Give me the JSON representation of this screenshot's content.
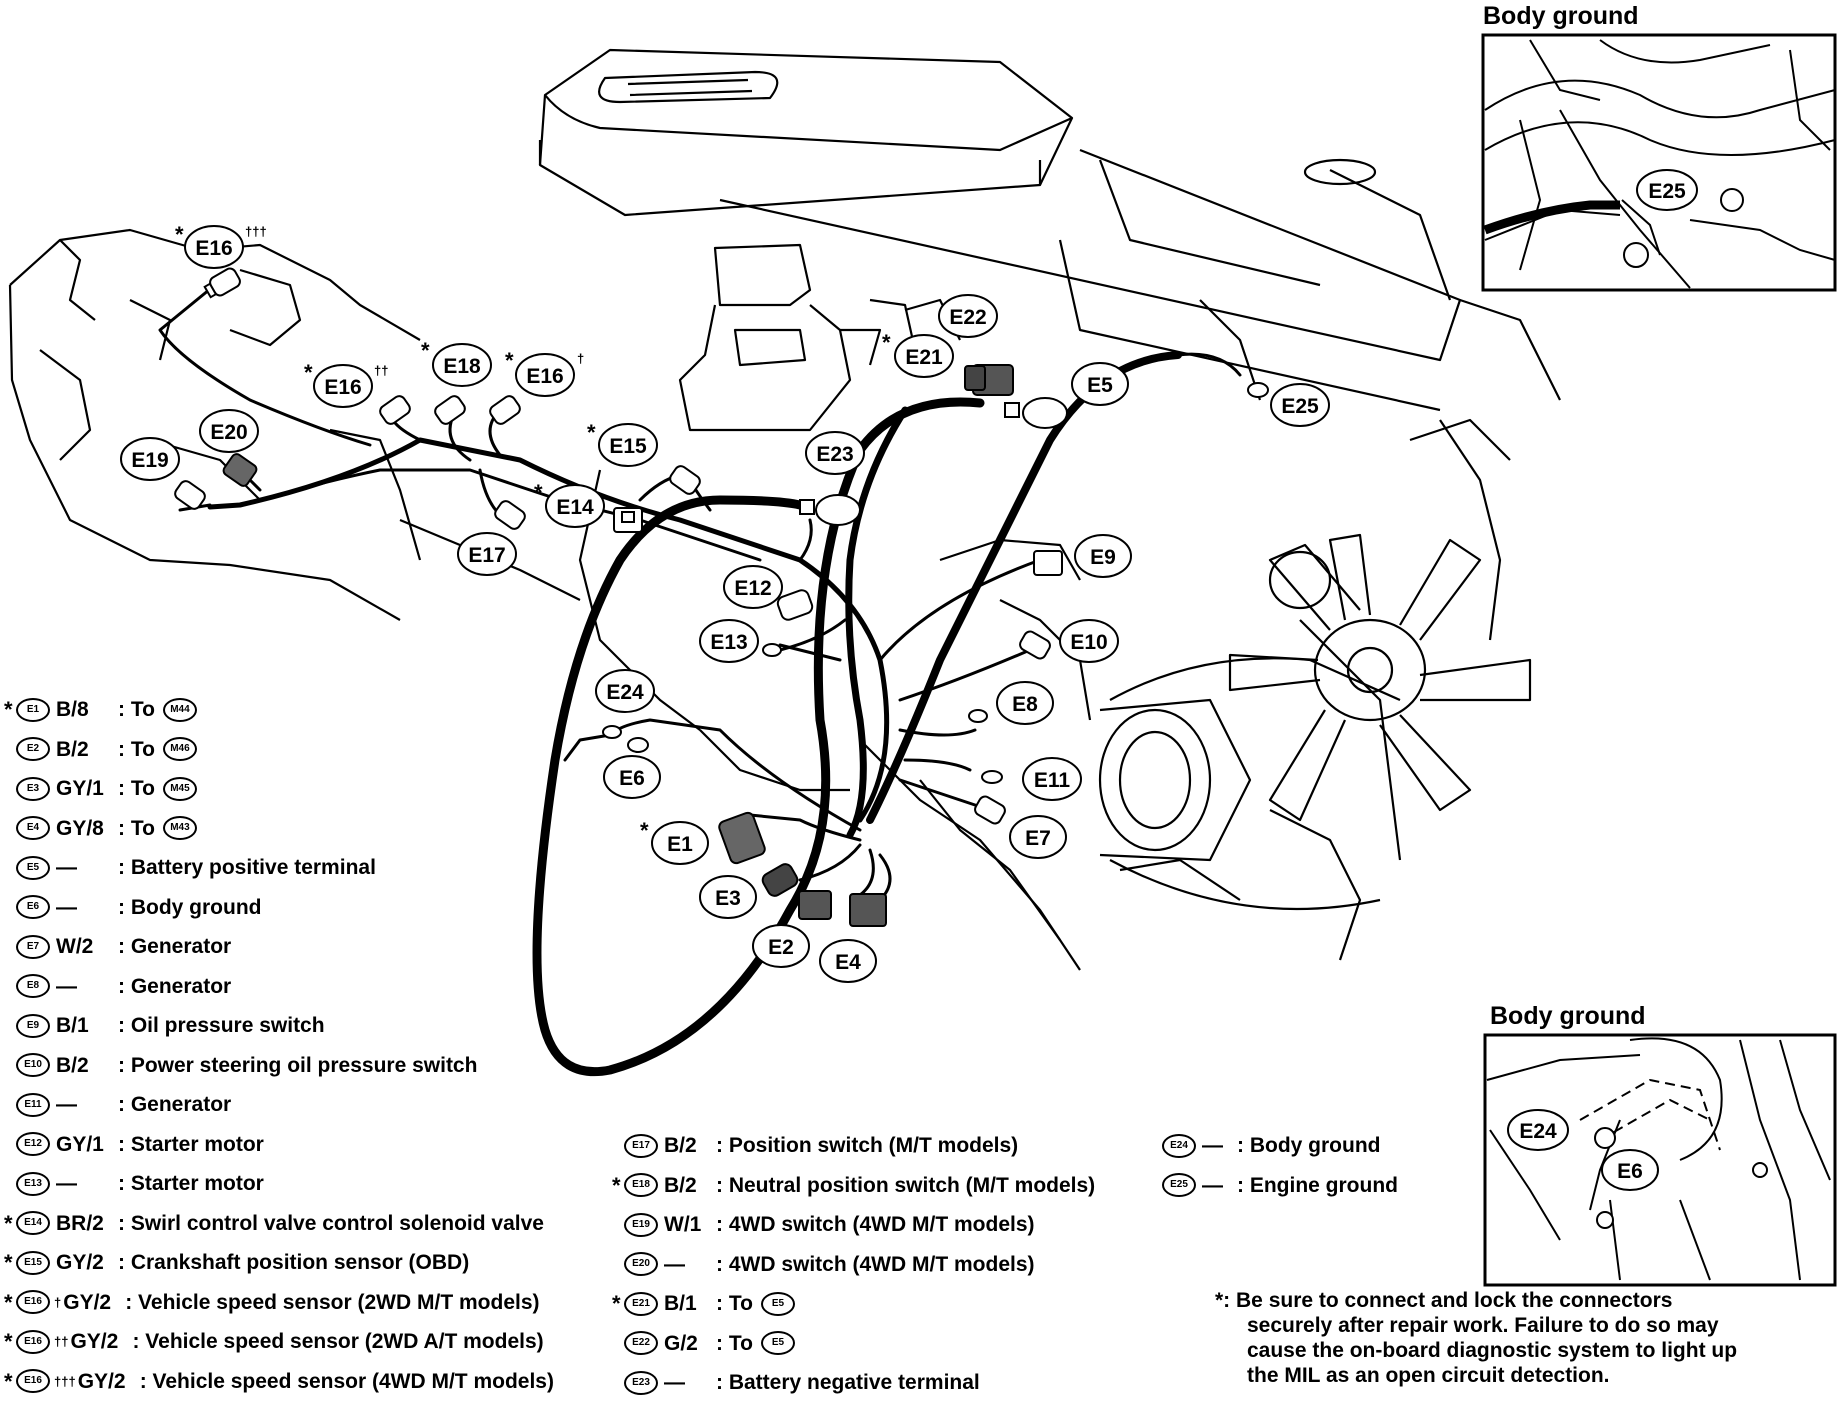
{
  "insets": {
    "top_title": "Body ground",
    "bottom_title": "Body ground"
  },
  "callouts": {
    "E1": "E1",
    "E2": "E2",
    "E3": "E3",
    "E4": "E4",
    "E5": "E5",
    "E6": "E6",
    "E7": "E7",
    "E8": "E8",
    "E9": "E9",
    "E10": "E10",
    "E11": "E11",
    "E12": "E12",
    "E13": "E13",
    "E14": "E14",
    "E15": "E15",
    "E16": "E16",
    "E17": "E17",
    "E18": "E18",
    "E19": "E19",
    "E20": "E20",
    "E21": "E21",
    "E22": "E22",
    "E23": "E23",
    "E24": "E24",
    "E25": "E25",
    "star": "*",
    "dagger1": "†",
    "dagger2": "††",
    "dagger3": "†††"
  },
  "legend_left": [
    {
      "star": "*",
      "id": "E1",
      "sup": "",
      "code": "B/8",
      "desc": ": To",
      "ref": "M44"
    },
    {
      "star": "",
      "id": "E2",
      "sup": "",
      "code": "B/2",
      "desc": ": To",
      "ref": "M46"
    },
    {
      "star": "",
      "id": "E3",
      "sup": "",
      "code": "GY/1",
      "desc": ": To",
      "ref": "M45"
    },
    {
      "star": "",
      "id": "E4",
      "sup": "",
      "code": "GY/8",
      "desc": ": To",
      "ref": "M43"
    },
    {
      "star": "",
      "id": "E5",
      "sup": "",
      "code": "—",
      "desc": ": Battery positive terminal",
      "ref": ""
    },
    {
      "star": "",
      "id": "E6",
      "sup": "",
      "code": "—",
      "desc": ": Body ground",
      "ref": ""
    },
    {
      "star": "",
      "id": "E7",
      "sup": "",
      "code": "W/2",
      "desc": ": Generator",
      "ref": ""
    },
    {
      "star": "",
      "id": "E8",
      "sup": "",
      "code": "—",
      "desc": ": Generator",
      "ref": ""
    },
    {
      "star": "",
      "id": "E9",
      "sup": "",
      "code": "B/1",
      "desc": ": Oil pressure switch",
      "ref": ""
    },
    {
      "star": "",
      "id": "E10",
      "sup": "",
      "code": "B/2",
      "desc": ": Power steering oil pressure switch",
      "ref": ""
    },
    {
      "star": "",
      "id": "E11",
      "sup": "",
      "code": "—",
      "desc": ": Generator",
      "ref": ""
    },
    {
      "star": "",
      "id": "E12",
      "sup": "",
      "code": "GY/1",
      "desc": ": Starter motor",
      "ref": ""
    },
    {
      "star": "",
      "id": "E13",
      "sup": "",
      "code": "—",
      "desc": ": Starter motor",
      "ref": ""
    },
    {
      "star": "*",
      "id": "E14",
      "sup": "",
      "code": "BR/2",
      "desc": ": Swirl control valve control solenoid valve",
      "ref": ""
    },
    {
      "star": "*",
      "id": "E15",
      "sup": "",
      "code": "GY/2",
      "desc": ": Crankshaft position sensor (OBD)",
      "ref": ""
    },
    {
      "star": "*",
      "id": "E16",
      "sup": "†",
      "code": "GY/2",
      "desc": ": Vehicle speed sensor (2WD M/T models)",
      "ref": ""
    },
    {
      "star": "*",
      "id": "E16",
      "sup": "††",
      "code": "GY/2",
      "desc": ": Vehicle speed sensor (2WD A/T models)",
      "ref": ""
    },
    {
      "star": "*",
      "id": "E16",
      "sup": "†††",
      "code": "GY/2",
      "desc": ": Vehicle speed sensor (4WD M/T models)",
      "ref": ""
    }
  ],
  "legend_mid": [
    {
      "star": "",
      "id": "E17",
      "code": "B/2",
      "desc": ": Position switch (M/T models)",
      "ref": ""
    },
    {
      "star": "*",
      "id": "E18",
      "code": "B/2",
      "desc": ": Neutral position switch (M/T models)",
      "ref": ""
    },
    {
      "star": "",
      "id": "E19",
      "code": "W/1",
      "desc": ": 4WD switch (4WD M/T models)",
      "ref": ""
    },
    {
      "star": "",
      "id": "E20",
      "code": "—",
      "desc": ": 4WD switch (4WD M/T models)",
      "ref": ""
    },
    {
      "star": "*",
      "id": "E21",
      "code": "B/1",
      "desc": ": To",
      "ref": "E5"
    },
    {
      "star": "",
      "id": "E22",
      "code": "G/2",
      "desc": ": To",
      "ref": "E5"
    },
    {
      "star": "",
      "id": "E23",
      "code": "—",
      "desc": ": Battery negative terminal",
      "ref": ""
    }
  ],
  "legend_right": [
    {
      "id": "E24",
      "code": "—",
      "desc": ": Body ground"
    },
    {
      "id": "E25",
      "code": "—",
      "desc": ": Engine ground"
    }
  ],
  "note": {
    "marker": "*:",
    "lines": [
      "Be sure to connect and lock the connectors",
      "securely after repair work. Failure to do so may",
      "cause the on-board diagnostic system to light up",
      "the MIL as an open circuit detection."
    ]
  }
}
